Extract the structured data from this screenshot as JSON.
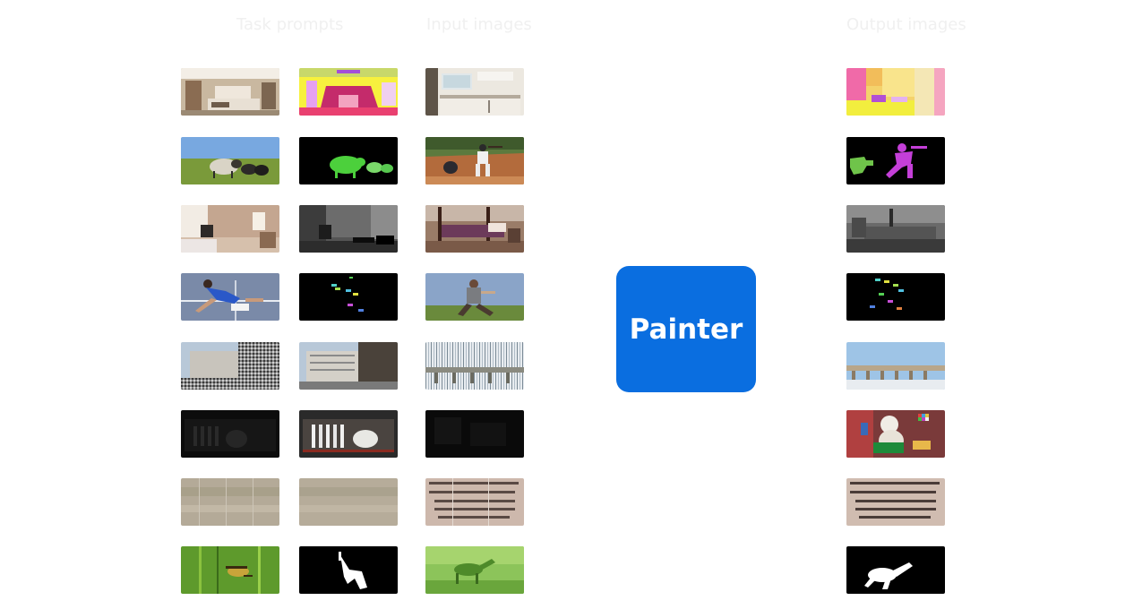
{
  "columns": {
    "task_prompts": "Task prompts",
    "input_images": "Input images",
    "output_images": "Output images"
  },
  "model": {
    "label": "Painter"
  },
  "rows": [
    {
      "task": "semantic-segmentation",
      "prompt_image": "bedroom photo",
      "prompt_target": "colored segmentation map",
      "input": "kitchen photo",
      "output": "colored segmentation map"
    },
    {
      "task": "instance-segmentation",
      "prompt_image": "sheep on grass",
      "prompt_target": "green animal masks",
      "input": "baseball batter",
      "output": "colored person masks"
    },
    {
      "task": "depth-estimation",
      "prompt_image": "bedroom photo",
      "prompt_target": "grayscale depth map",
      "input": "bedroom with bed",
      "output": "grayscale depth map"
    },
    {
      "task": "keypoint-detection",
      "prompt_image": "tennis player",
      "prompt_target": "colored keypoint heatmap",
      "input": "person outdoors",
      "output": "colored keypoint heatmap"
    },
    {
      "task": "image-denoising",
      "prompt_image": "noisy building photo",
      "prompt_target": "clean building photo",
      "input": "noisy bridge photo",
      "output": "clean bridge photo"
    },
    {
      "task": "low-light-enhancement",
      "prompt_image": "dark dish rack",
      "prompt_target": "bright dish rack",
      "input": "dark scene",
      "output": "bright toys scene"
    },
    {
      "task": "image-deraining",
      "prompt_image": "rainy texture",
      "prompt_target": "clean texture",
      "input": "rainy text page",
      "output": "clean text page"
    },
    {
      "task": "foreground-segmentation",
      "prompt_image": "grasshopper on grass",
      "prompt_target": "white object mask",
      "input": "green grasshopper",
      "output": "white object mask"
    }
  ]
}
